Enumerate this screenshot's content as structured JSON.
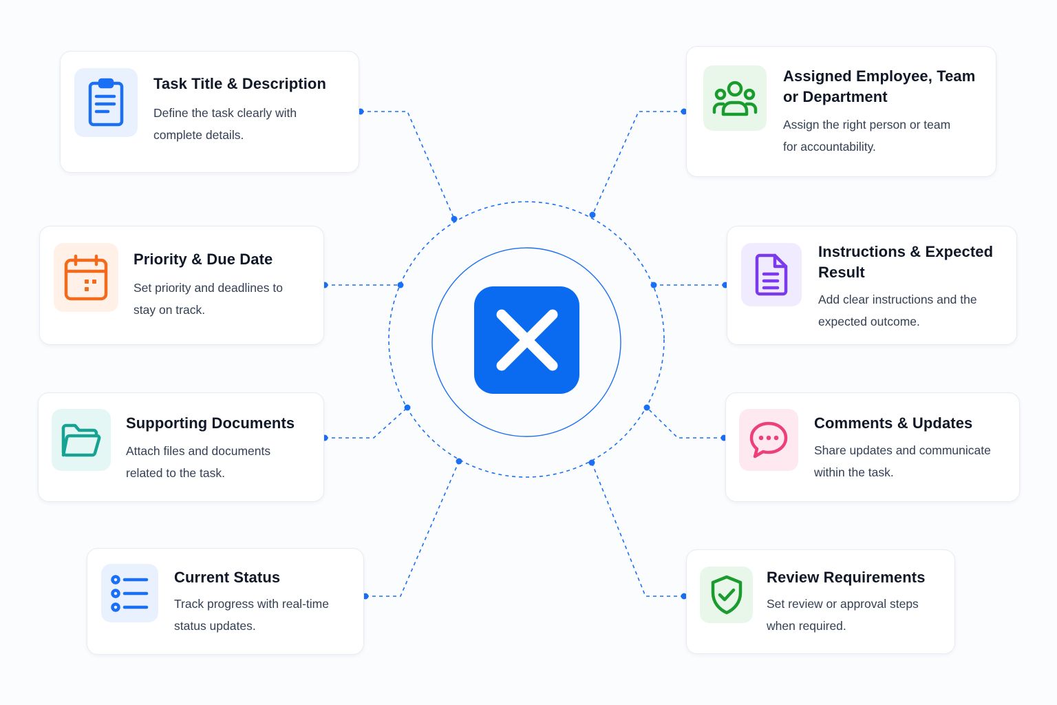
{
  "hub": {
    "icon": "x-mark-icon",
    "color": "#0a6af0"
  },
  "cards": [
    {
      "id": "task-title",
      "icon": "clipboard-icon",
      "color": "#1a6ff2",
      "bg": "#e9f1ff",
      "title": "Task Title & Description",
      "desc": [
        "Define the task clearly with",
        "complete details."
      ]
    },
    {
      "id": "priority",
      "icon": "calendar-icon",
      "color": "#f26b1d",
      "bg": "#fff1e7",
      "title": "Priority & Due Date",
      "desc": [
        "Set priority and deadlines to",
        "stay on track."
      ]
    },
    {
      "id": "documents",
      "icon": "folder-icon",
      "color": "#16a394",
      "bg": "#e5f7f4",
      "title": "Supporting Documents",
      "desc": [
        "Attach files and documents",
        "related to the task."
      ]
    },
    {
      "id": "status",
      "icon": "list-icon",
      "color": "#1a6ff2",
      "bg": "#e9f1ff",
      "title": "Current Status",
      "desc": [
        "Track progress with real-time",
        "status updates."
      ]
    },
    {
      "id": "assigned",
      "icon": "users-icon",
      "color": "#1a9b2e",
      "bg": "#e8f7ea",
      "title_lines": [
        "Assigned Employee, Team",
        "or Department"
      ],
      "desc": [
        "Assign the right person or team",
        "for accountability."
      ]
    },
    {
      "id": "instructions",
      "icon": "document-icon",
      "color": "#7c3aed",
      "bg": "#f1ebff",
      "title_lines": [
        "Instructions & Expected",
        "Result"
      ],
      "desc": [
        "Add clear instructions and the",
        "expected outcome."
      ]
    },
    {
      "id": "comments",
      "icon": "chat-icon",
      "color": "#ec3f7c",
      "bg": "#ffe9f1",
      "title": "Comments & Updates",
      "desc": [
        "Share updates and communicate",
        "within the task."
      ]
    },
    {
      "id": "review",
      "icon": "shield-check-icon",
      "color": "#1a9b2e",
      "bg": "#e8f7ea",
      "title": "Review Requirements",
      "desc": [
        "Set review or approval steps",
        "when required."
      ]
    }
  ],
  "connector_color": "#1a6ff2"
}
